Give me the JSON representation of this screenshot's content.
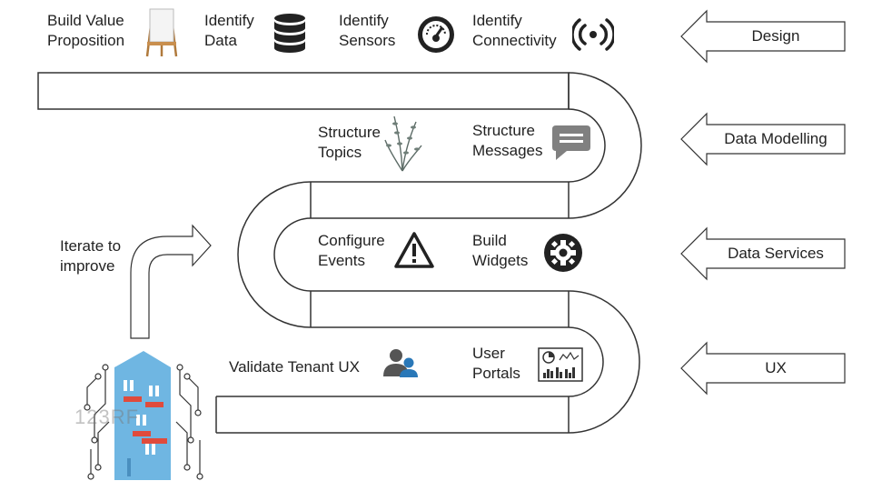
{
  "steps": {
    "build_value": [
      "Build Value",
      "Proposition"
    ],
    "identify_data": [
      "Identify",
      "Data"
    ],
    "identify_sensors": [
      "Identify",
      "Sensors"
    ],
    "identify_connectivity": [
      "Identify",
      "Connectivity"
    ],
    "structure_topics": [
      "Structure",
      "Topics"
    ],
    "structure_messages": [
      "Structure",
      "Messages"
    ],
    "configure_events": [
      "Configure",
      "Events"
    ],
    "build_widgets": [
      "Build",
      "Widgets"
    ],
    "validate_ux": "Validate Tenant UX",
    "user_portals": [
      "User",
      "Portals"
    ]
  },
  "phases": [
    "Design",
    "Data Modelling",
    "Data Services",
    "UX"
  ],
  "iterate": [
    "Iterate to",
    "improve"
  ],
  "watermark": "123RF",
  "icons": {
    "easel": "easel-icon",
    "database": "database-icon",
    "gauge": "gauge-icon",
    "signal": "wireless-signal-icon",
    "plant": "plant-icon",
    "chat": "chat-bubble-icon",
    "warning": "warning-triangle-icon",
    "gear": "gear-icon",
    "users": "users-icon",
    "dashboard": "dashboard-icon",
    "building": "smart-building-icon"
  },
  "colors": {
    "outline": "#333333",
    "building": "#6fb6e2",
    "building_accent": "#e04b3c",
    "user_accent": "#2a78b8"
  }
}
